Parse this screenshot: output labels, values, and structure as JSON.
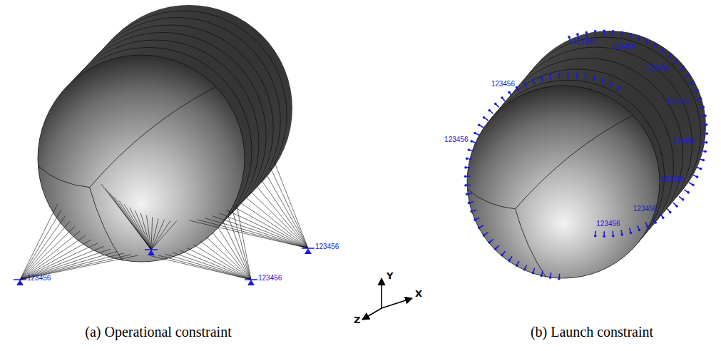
{
  "diagram": {
    "labels": [
      "(a) Operational constraint",
      "(b) Launch constraint",
      "Y",
      "X",
      "Z",
      "123456",
      "123456",
      "123456",
      "123456",
      "123456",
      "123456",
      "123456",
      "123456",
      "123456",
      "123456",
      "123456",
      "123456",
      "123456"
    ]
  }
}
